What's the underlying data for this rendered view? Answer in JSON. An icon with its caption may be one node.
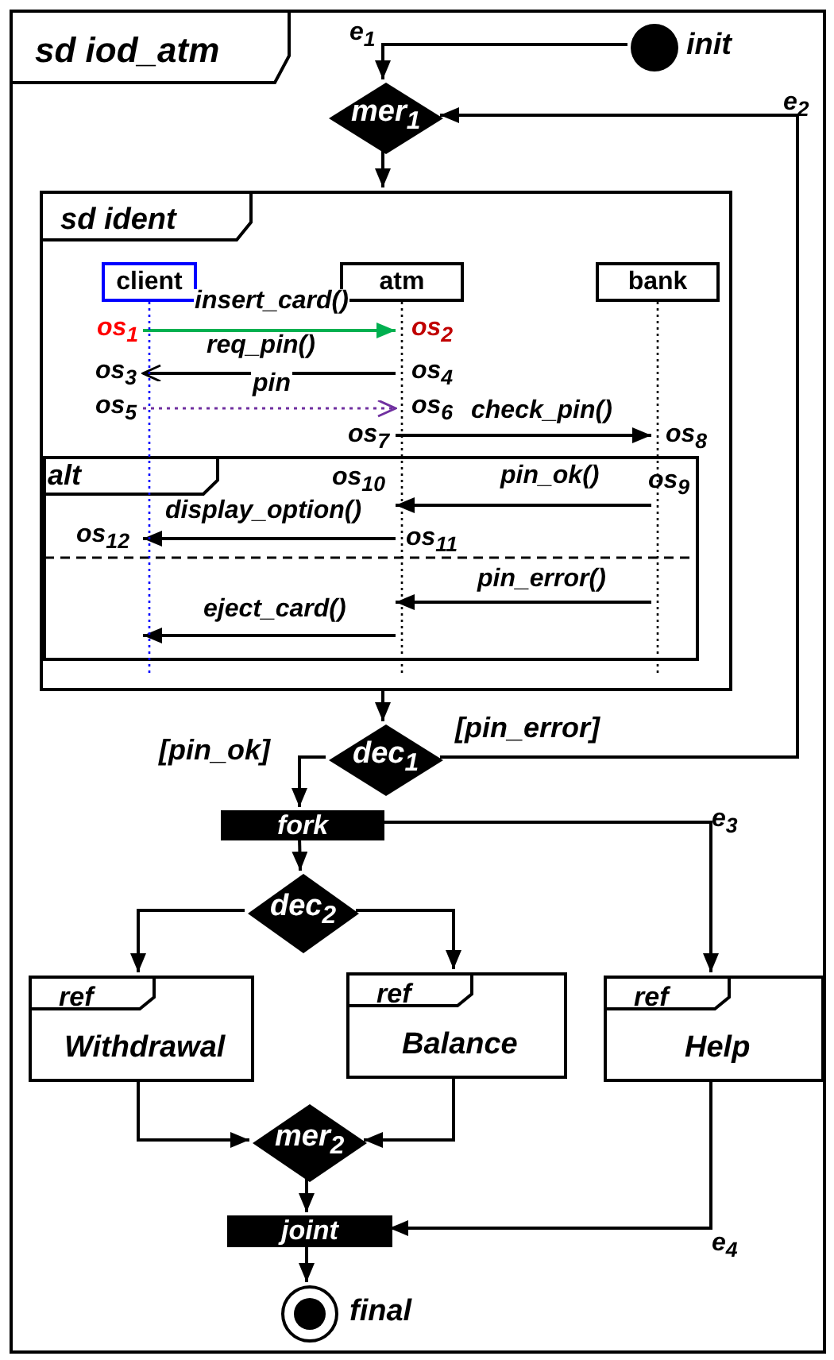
{
  "diagram": {
    "nodes": [
      {
        "text": [
          "sd iod_atm"
        ]
      },
      {
        "text": [],
        "shape": "circle",
        "beside": [
          "init"
        ],
        "in": 0
      },
      {
        "text": [
          "mer$_{1}$"
        ],
        "in": 0
      },
      {
        "text": [
          "sd ident"
        ],
        "in": 0
      },
      {
        "text": [
          "client"
        ],
        "in": 3
      },
      {
        "text": [
          "atm"
        ],
        "in": 3
      },
      {
        "text": [
          "bank"
        ],
        "in": 3
      },
      {
        "text": [
          "dec$_{1}$"
        ],
        "in": 0
      },
      {
        "text": [
          "fork"
        ],
        "in": 0
      },
      {
        "text": [
          "dec$_{2}$"
        ],
        "in": 0
      },
      {
        "text": [
          "ref",
          "Withdrawal"
        ],
        "in": 0
      },
      {
        "text": [
          "ref",
          "Balance"
        ],
        "in": 0
      },
      {
        "text": [
          "ref",
          "Help"
        ],
        "in": 0
      },
      {
        "text": [
          "mer$_{2}$"
        ],
        "in": 0
      },
      {
        "text": [
          "joint"
        ],
        "in": 0
      },
      {
        "text": [],
        "shape": "circle",
        "beside": [
          "final"
        ],
        "in": 0
      }
    ],
    "edges": [
      {
        "from": 1,
        "to": 2,
        "arrow": "to"
      },
      {
        "from": 2,
        "to": 3,
        "arrow": "to"
      },
      {
        "from": 4,
        "to": 5,
        "arrow": "to",
        "label": "insert_card()",
        "color": "#00b050"
      },
      {
        "from": 5,
        "to": 4,
        "arrow": "to",
        "label": "req_pin()"
      },
      {
        "from": 4,
        "to": 5,
        "arrow": "to",
        "label": "pin",
        "style": "dashed",
        "color": "#7030a0"
      },
      {
        "from": 5,
        "to": 6,
        "arrow": "to",
        "label": "check_pin()"
      },
      {
        "from": 6,
        "to": 5,
        "arrow": "to",
        "label": "pin_ok()"
      },
      {
        "from": 5,
        "to": 4,
        "arrow": "to",
        "label": "display_option()"
      },
      {
        "from": 6,
        "to": 5,
        "arrow": "to",
        "label": "pin_error()"
      },
      {
        "from": 5,
        "to": 4,
        "arrow": "to",
        "label": "eject_card()"
      },
      {
        "from": 3,
        "to": 7,
        "arrow": "to"
      },
      {
        "from": 7,
        "to": 2,
        "arrow": "to",
        "label": "[pin_error]"
      },
      {
        "from": 7,
        "to": 8,
        "arrow": "to",
        "label": "[pin_ok]"
      },
      {
        "from": 8,
        "to": 9,
        "arrow": "to"
      },
      {
        "from": 8,
        "to": 12,
        "arrow": "to"
      },
      {
        "from": 9,
        "to": 10,
        "arrow": "to"
      },
      {
        "from": 9,
        "to": 11,
        "arrow": "to"
      },
      {
        "from": 10,
        "to": 13,
        "arrow": "to"
      },
      {
        "from": 11,
        "to": 13,
        "arrow": "to"
      },
      {
        "from": 13,
        "to": 14,
        "arrow": "to"
      },
      {
        "from": 12,
        "to": 14,
        "arrow": "to"
      },
      {
        "from": 14,
        "to": 15,
        "arrow": "to"
      }
    ],
    "labels": [
      "e$_{1}$",
      "e$_{2}$",
      "os$_{1}$",
      "os$_{2}$",
      "os$_{3}$",
      "os$_{4}$",
      "os$_{5}$",
      "os$_{6}$",
      "os$_{7}$",
      "os$_{8}$",
      "alt",
      "os$_{10}$",
      "os$_{9}$",
      "os$_{12}$",
      "os$_{11}$",
      "e$_{3}$",
      "e$_{4}$"
    ]
  }
}
